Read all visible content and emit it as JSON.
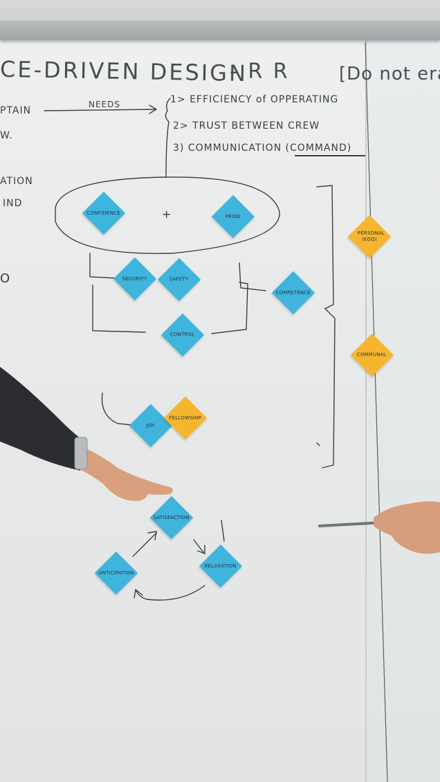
{
  "board": {
    "title": "CE-DRIVEN DESIGN",
    "title_dash": "- R R",
    "title_note": "[Do not era",
    "left_fragments": [
      "PTAIN",
      "W.",
      "ATION",
      "IND",
      "O"
    ],
    "needs_label": "NEEDS",
    "needs_items": [
      "1> EFFICIENCY of OPPERATING",
      "2> TRUST BETWEEN CREW",
      "3) COMMUNICATION"
    ],
    "command_label": "(COMMAND)",
    "plus": "+"
  },
  "notes": {
    "confidence": "CONFIDENCE",
    "pride": "PRIDE",
    "security": "SECURITY",
    "safety": "SAFETY",
    "competence": "COMPETENCE",
    "control": "CONTROL",
    "joy": "JOY",
    "fellowship": "FELLOWSHIP",
    "satisfaction": "SATISFACTION",
    "anticipation": "ANTICIPATION",
    "relaxation": "RELAXATION",
    "personal": "PERSONAL (EGO)",
    "communal": "COMMUNAL"
  },
  "colors": {
    "blue_note": "#3fb4dd",
    "orange_note": "#f5b62e",
    "marker": "#3a3d42",
    "whiteboard": "#eceeee"
  }
}
